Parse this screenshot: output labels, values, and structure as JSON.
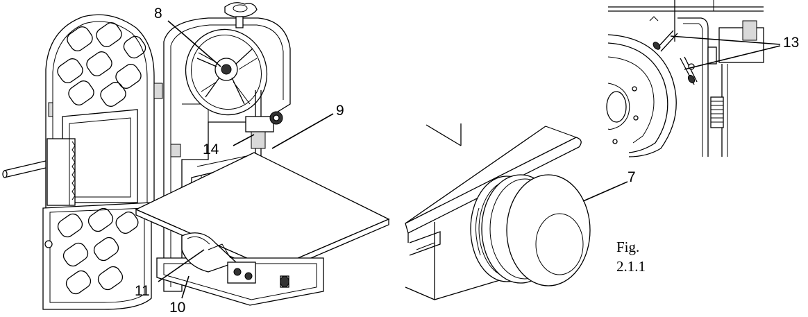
{
  "callouts": {
    "c7": "7",
    "c8": "8",
    "c9": "9",
    "c10": "10",
    "c11": "11",
    "c13": "13",
    "c14": "14"
  },
  "caption": {
    "line1": "Fig.",
    "line2": "2.1.1"
  }
}
